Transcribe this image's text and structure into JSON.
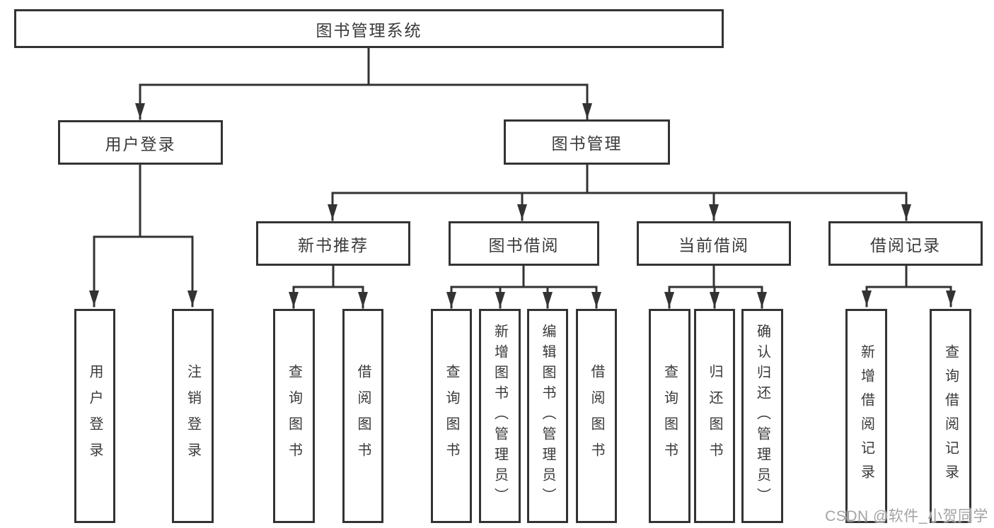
{
  "diagram": {
    "type": "hierarchy-diagram",
    "nodes": {
      "root": "图书管理系统",
      "user_login": "用户登录",
      "book_mgmt": "图书管理",
      "new_book_rec": "新书推荐",
      "book_borrow": "图书借阅",
      "current_borrow": "当前借阅",
      "borrow_records": "借阅记录",
      "leaf_user_login": "用户登录",
      "leaf_logout": "注销登录",
      "leaf_nb_query": "查询图书",
      "leaf_nb_borrow": "借阅图书",
      "leaf_bb_query": "查询图书",
      "leaf_bb_add": "新增图书（管理员）",
      "leaf_bb_edit": "编辑图书（管理员）",
      "leaf_bb_borrow": "借阅图书",
      "leaf_cb_query": "查询图书",
      "leaf_cb_return": "归还图书",
      "leaf_cb_confirm": "确认归还（管理员）",
      "leaf_br_add": "新增借阅记录",
      "leaf_br_query": "查询借阅记录"
    },
    "structure": {
      "root": [
        "user_login",
        "book_mgmt"
      ],
      "user_login": [
        "leaf_user_login",
        "leaf_logout"
      ],
      "book_mgmt": [
        "new_book_rec",
        "book_borrow",
        "current_borrow",
        "borrow_records"
      ],
      "new_book_rec": [
        "leaf_nb_query",
        "leaf_nb_borrow"
      ],
      "book_borrow": [
        "leaf_bb_query",
        "leaf_bb_add",
        "leaf_bb_edit",
        "leaf_bb_borrow"
      ],
      "current_borrow": [
        "leaf_cb_query",
        "leaf_cb_return",
        "leaf_cb_confirm"
      ],
      "borrow_records": [
        "leaf_br_add",
        "leaf_br_query"
      ]
    },
    "colors": {
      "line": "#333333",
      "box_border": "#333333",
      "box_fill": "#ffffff",
      "text": "#3a3a3a",
      "background": "#ffffff",
      "watermark": "#a3a3a3"
    }
  },
  "watermark": {
    "text": "CSDN @软件_小贺同学"
  }
}
